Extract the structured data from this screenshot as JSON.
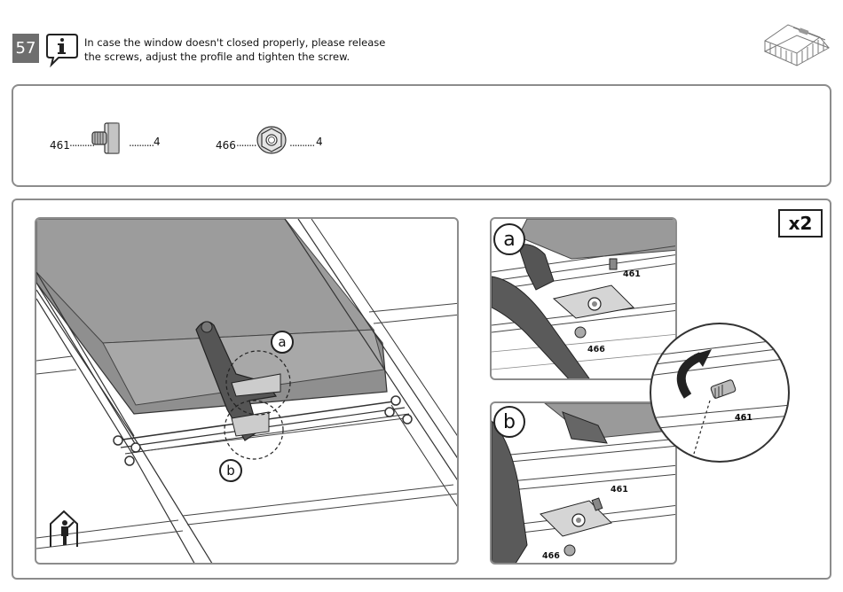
{
  "header": {
    "step_number": "57",
    "instruction_line1": "In case the window doesn't closed properly, please release",
    "instruction_line2": "the screws, adjust the profile and tighten the screw."
  },
  "parts": [
    {
      "code": "461",
      "quantity": "4",
      "icon": "square-bolt-icon"
    },
    {
      "code": "466",
      "quantity": "4",
      "icon": "flange-nut-icon"
    }
  ],
  "main": {
    "quantity_multiplier": "x2",
    "callout_a": "a",
    "callout_b": "b",
    "detail_a": {
      "label": "a",
      "bolt_code": "461",
      "nut_code": "466"
    },
    "detail_b": {
      "label": "b",
      "bolt_code": "461",
      "nut_code": "466"
    },
    "rotation_bolt_code": "461"
  }
}
